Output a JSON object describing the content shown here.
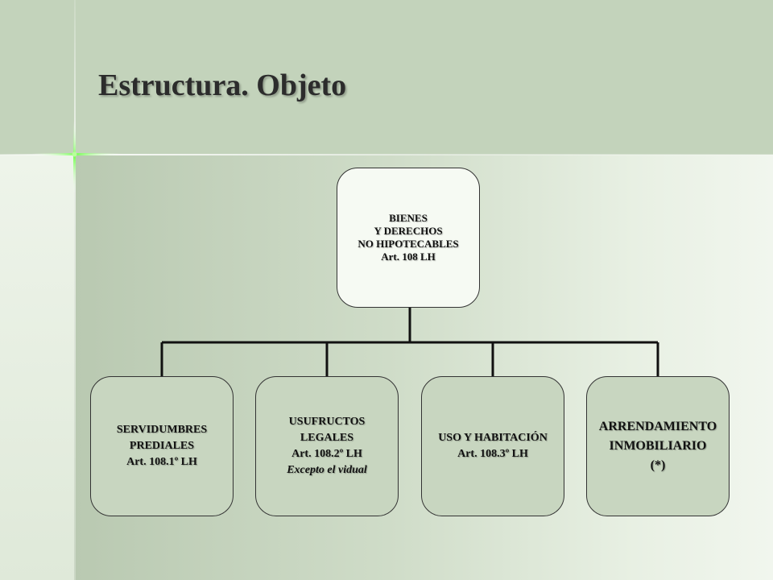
{
  "slide": {
    "title": "Estructura. Objeto"
  },
  "diagram": {
    "root": {
      "lines": [
        "BIENES",
        "Y DERECHOS",
        "NO HIPOTECABLES",
        "Art. 108 LH"
      ]
    },
    "children": [
      {
        "lines": [
          "SERVIDUMBRES",
          "PREDIALES",
          "Art. 108.1º LH"
        ]
      },
      {
        "lines": [
          "USUFRUCTOS",
          "LEGALES",
          "Art. 108.2º LH",
          "Excepto el vidual"
        ]
      },
      {
        "lines": [
          "USO Y HABITACIÓN",
          "Art. 108.3º LH"
        ]
      },
      {
        "lines": [
          "ARRENDAMIENTO",
          "INMOBILIARIO",
          "(*)"
        ]
      }
    ]
  }
}
